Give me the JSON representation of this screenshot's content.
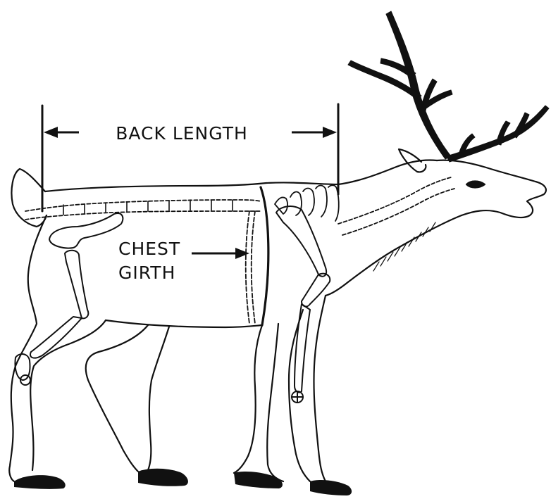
{
  "labels": {
    "back_length": "BACK LENGTH",
    "chest_line1": "CHEST",
    "chest_line2": "GIRTH"
  },
  "colors": {
    "ink": "#111111",
    "background": "#ffffff"
  },
  "icons": [
    "reindeer-skeleton-illustration",
    "arrow-left-icon",
    "arrow-right-icon"
  ]
}
